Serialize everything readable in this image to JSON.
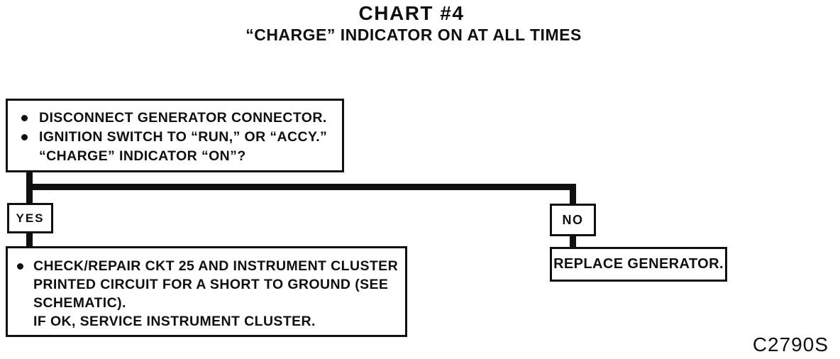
{
  "header": {
    "title": "CHART #4",
    "subtitle": "“CHARGE” INDICATOR ON AT ALL TIMES"
  },
  "flowchart": {
    "question_box": {
      "bullet1": "DISCONNECT GENERATOR CONNECTOR.",
      "bullet2": "IGNITION SWITCH TO “RUN,” OR “ACCY.”",
      "bullet2_cont": "“CHARGE” INDICATOR “ON”?"
    },
    "yes_label": "YES",
    "no_label": "NO",
    "yes_action_box": {
      "bullet1": "CHECK/REPAIR CKT 25 AND INSTRUMENT CLUSTER",
      "bullet1_cont1": "PRINTED CIRCUIT FOR A SHORT TO GROUND (SEE",
      "bullet1_cont2": "SCHEMATIC).",
      "line2": "IF OK, SERVICE INSTRUMENT CLUSTER."
    },
    "no_action_box": {
      "label": "REPLACE GENERATOR."
    }
  },
  "footer": {
    "figure_code": "C2790S"
  },
  "colors": {
    "ink": "#101010",
    "paper": "#ffffff"
  }
}
